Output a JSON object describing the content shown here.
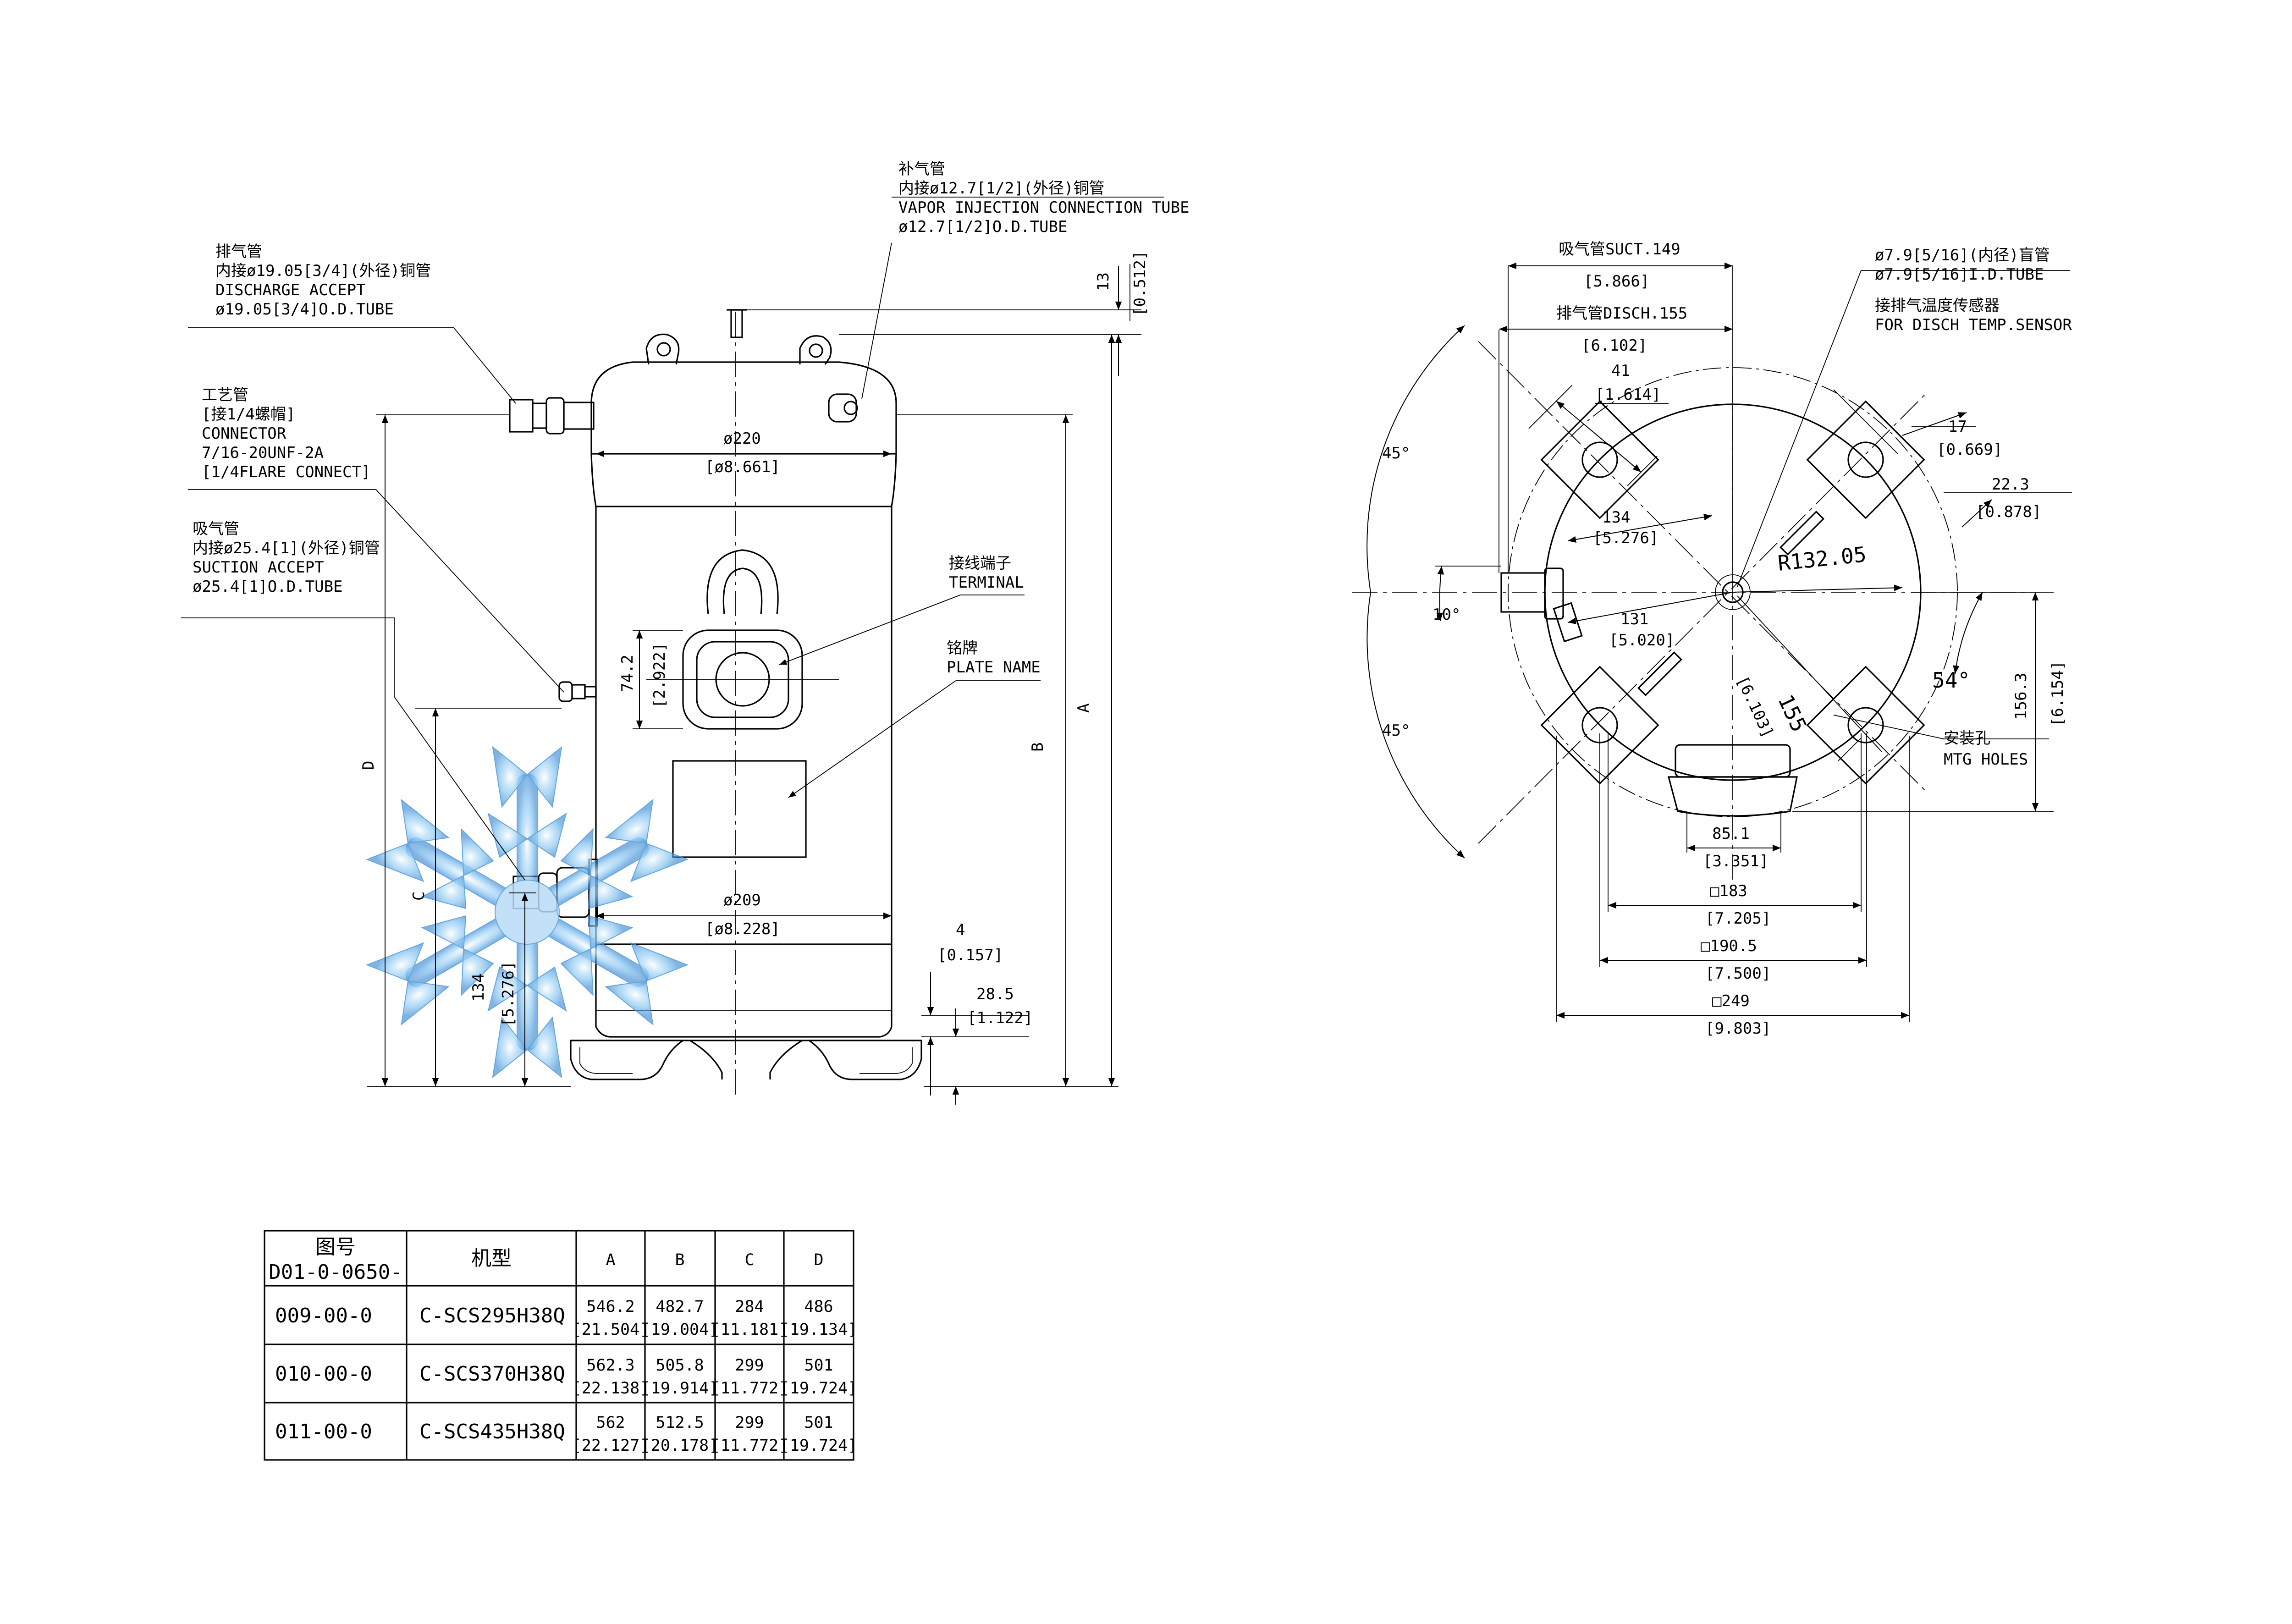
{
  "side_view": {
    "discharge": [
      "排气管",
      "内接ø19.05[3/4](外径)铜管",
      "DISCHARGE ACCEPT",
      "ø19.05[3/4]O.D.TUBE"
    ],
    "connector": [
      "工艺管",
      "[接1/4螺帽]",
      "CONNECTOR",
      "7/16-20UNF-2A",
      "[1/4FLARE CONNECT]"
    ],
    "suction": [
      "吸气管",
      "内接ø25.4[1](外径)铜管",
      "SUCTION ACCEPT",
      "ø25.4[1]O.D.TUBE"
    ],
    "vapor": [
      "补气管",
      "内接ø12.7[1/2](外径)铜管",
      "VAPOR INJECTION CONNECTION TUBE",
      "ø12.7[1/2]O.D.TUBE"
    ],
    "terminal": [
      "接线端子",
      "TERMINAL"
    ],
    "plate": [
      "铭牌",
      "PLATE NAME"
    ],
    "dia_top": "ø220",
    "dia_top_in": "[ø8.661]",
    "dia_bot": "ø209",
    "dia_bot_in": "[ø8.228]",
    "d13": "13",
    "d13_in": "[0.512]",
    "d742": "74.2",
    "d742_in": "[2.922]",
    "d4": "4",
    "d4_in": "[0.157]",
    "d285": "28.5",
    "d285_in": "[1.122]",
    "d134": "134",
    "d134_in": "[5.276]",
    "lbl_A": "A",
    "lbl_B": "B",
    "lbl_C": "C",
    "lbl_D": "D"
  },
  "top_view": {
    "suct": "吸气管SUCT.149",
    "suct_in": "[5.866]",
    "disch": "排气管DISCH.155",
    "disch_in": "[6.102]",
    "d41": "41",
    "d41_in": "[1.614]",
    "blind": [
      "ø7.9[5/16](内径)盲管",
      "ø7.9[5/16]I.D.TUBE"
    ],
    "sensor": [
      "接排气温度传感器",
      "FOR DISCH TEMP.SENSOR"
    ],
    "d17": "17",
    "d17_in": "[0.669]",
    "d223": "22.3",
    "d223_in": "[0.878]",
    "d134": "134",
    "d134_in": "[5.276]",
    "r": "R132.05",
    "d131": "131",
    "d131_in": "[5.020]",
    "d155": "155",
    "d155_in": "[6.103]",
    "a45a": "45°",
    "a45b": "45°",
    "a10": "10°",
    "a54": "54°",
    "mtg": [
      "安装孔",
      "MTG HOLES"
    ],
    "d1563": "156.3",
    "d1563_in": "[6.154]",
    "d851": "85.1",
    "d851_in": "[3.351]",
    "sq183": "□183",
    "sq183_in": "[7.205]",
    "sq1905": "□190.5",
    "sq1905_in": "[7.500]",
    "sq249": "□249",
    "sq249_in": "[9.803]"
  },
  "table": {
    "h_fig": "图号",
    "h_fig2": "D01-0-0650-",
    "h_model": "机型",
    "h_a": "A",
    "h_b": "B",
    "h_c": "C",
    "h_d": "D",
    "rows": [
      {
        "fig": "009-00-0",
        "model": "C-SCS295H38Q",
        "a": "546.2",
        "a_in": "[21.504]",
        "b": "482.7",
        "b_in": "[19.004]",
        "c": "284",
        "c_in": "[11.181]",
        "d": "486",
        "d_in": "[19.134]"
      },
      {
        "fig": "010-00-0",
        "model": "C-SCS370H38Q",
        "a": "562.3",
        "a_in": "[22.138]",
        "b": "505.8",
        "b_in": "[19.914]",
        "c": "299",
        "c_in": "[11.772]",
        "d": "501",
        "d_in": "[19.724]"
      },
      {
        "fig": "011-00-0",
        "model": "C-SCS435H38Q",
        "a": "562",
        "a_in": "[22.127]",
        "b": "512.5",
        "b_in": "[20.178]",
        "c": "299",
        "c_in": "[11.772]",
        "d": "501",
        "d_in": "[19.724]"
      }
    ]
  },
  "colors": {
    "line": "#000000",
    "watermark": "#5aa9e6",
    "background": "#ffffff"
  },
  "watermark": "snowflake-logo"
}
